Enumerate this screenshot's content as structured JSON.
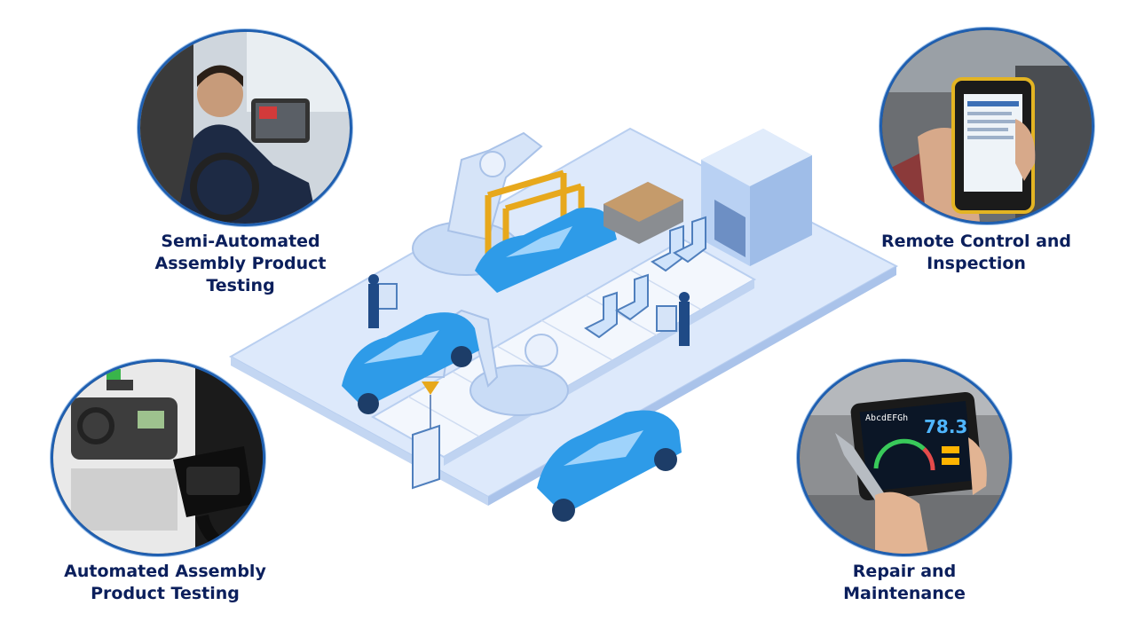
{
  "captions": {
    "semi_automated": "Semi-Automated\nAssembly Product\nTesting",
    "remote_control": "Remote Control and\nInspection",
    "automated": "Automated Assembly\nProduct Testing",
    "repair": "Repair and\nMaintenance"
  },
  "tablet_screen_text": "AbcdEFGh",
  "tablet_readout": "78.3",
  "colors": {
    "caption": "#0b1f5c",
    "circle_border": "#1f5fb0",
    "floor": "#dbe8fb",
    "car_blue": "#2e9be8",
    "machine_blue": "#c9dcf6",
    "gantry_yellow": "#e7a81c"
  },
  "icons": {
    "photo_semi_automated": "technician-driver-tablet-photo",
    "photo_remote": "handheld-rugged-phone-photo",
    "photo_automated": "car-interior-obd-connector-photo",
    "photo_repair": "tablet-with-wrench-photo",
    "illustration": "isometric-car-assembly-line-illustration"
  }
}
